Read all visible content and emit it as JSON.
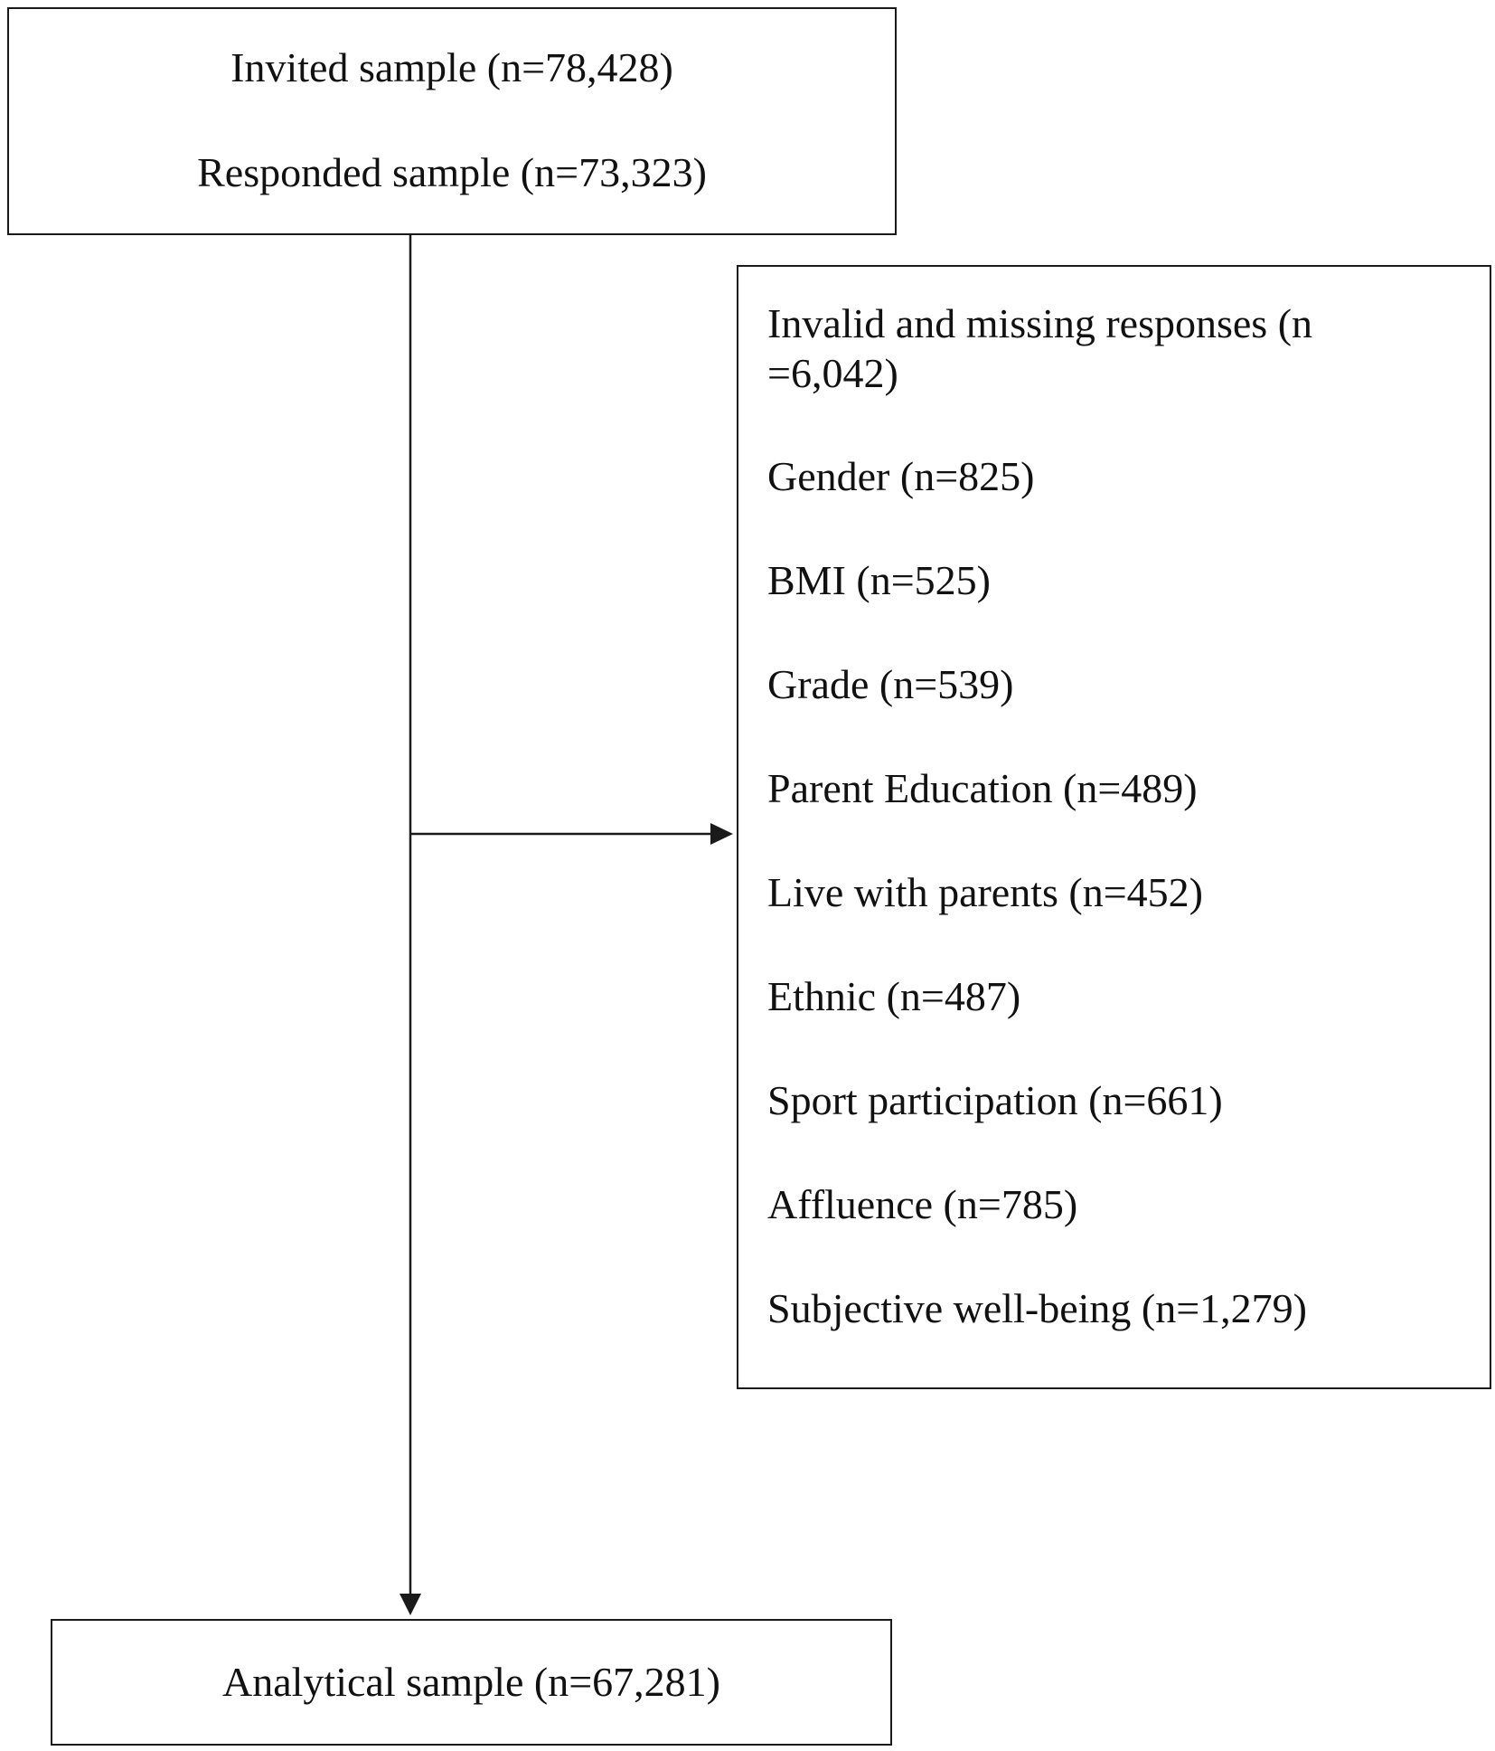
{
  "flowchart": {
    "top_box": {
      "invited": "Invited sample (n=78,428)",
      "responded": "Responded sample (n=73,323)"
    },
    "exclusion_box": {
      "header": "Invalid and missing responses (n =6,042)",
      "items": [
        "Gender (n=825)",
        "BMI (n=525)",
        "Grade (n=539)",
        "Parent Education (n=489)",
        "Live with parents (n=452)",
        "Ethnic (n=487)",
        "Sport participation (n=661)",
        "Affluence (n=785)",
        "Subjective well-being (n=1,279)"
      ]
    },
    "bottom_box": {
      "analytical": "Analytical sample (n=67,281)"
    }
  }
}
